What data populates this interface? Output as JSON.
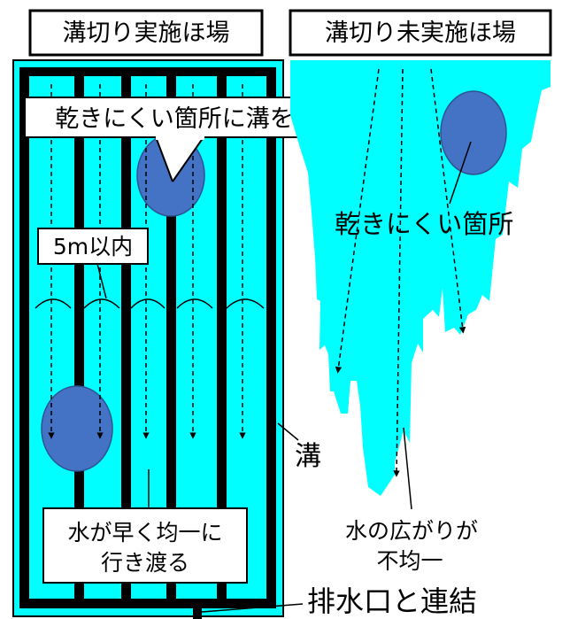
{
  "headers": {
    "left": "溝切り実施ほ場",
    "right": "溝切り未実施ほ場"
  },
  "callouts": {
    "ditch_placement": "乾きにくい箇所に溝を設置",
    "spacing": "5m以内",
    "even_spread_line1": "水が早く均一に",
    "even_spread_line2": "行き渡る"
  },
  "labels": {
    "ditch": "溝",
    "drain_link": "排水口と連結",
    "hard_to_dry": "乾きにくい箇所",
    "uneven_line1": "水の広がりが",
    "uneven_line2": "不均一"
  },
  "colors": {
    "water": "#00ffff",
    "wet_spot": "#4472c4",
    "ditch": "#000000",
    "border": "#000000"
  }
}
